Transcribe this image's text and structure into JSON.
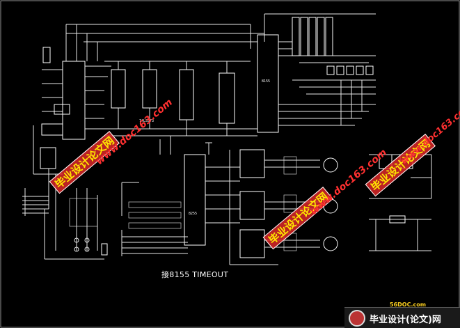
{
  "caption": "接8155 TIMEOUT",
  "watermarks": {
    "cn_text": "毕业设计论文网",
    "url_text": "www.doc163.com"
  },
  "footer": {
    "site": "56DOC.com",
    "title": "毕业设计(论文)网"
  },
  "chips": {
    "cpu": "8155",
    "io": "8255",
    "latch": "74LS373"
  },
  "colors": {
    "background": "#000000",
    "wire": "#e8e8e8",
    "watermark_cn": "#ffe800",
    "watermark_bg": "#dc2828",
    "watermark_url": "#ff3030"
  }
}
